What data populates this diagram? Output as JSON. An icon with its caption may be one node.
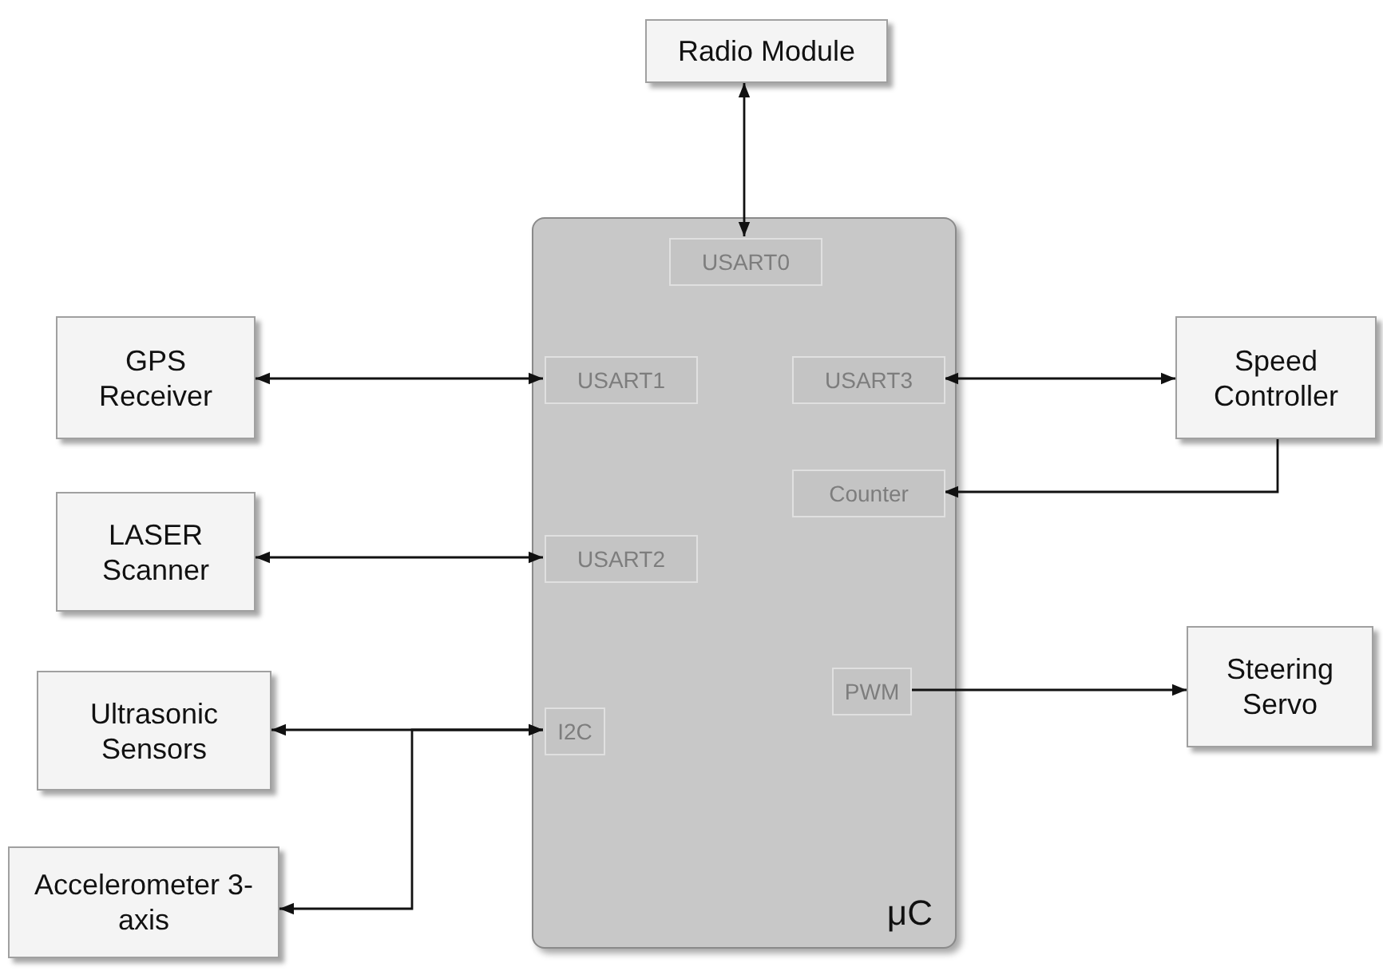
{
  "diagram": {
    "nodes": [
      {
        "text": [
          "Radio Module"
        ]
      },
      {
        "text": [
          "μC"
        ]
      },
      {
        "text": [
          "USART0"
        ],
        "in": 1
      },
      {
        "text": [
          "USART1"
        ],
        "in": 1
      },
      {
        "text": [
          "USART3"
        ],
        "in": 1
      },
      {
        "text": [
          "Counter"
        ],
        "in": 1
      },
      {
        "text": [
          "USART2"
        ],
        "in": 1
      },
      {
        "text": [
          "PWM"
        ],
        "in": 1
      },
      {
        "text": [
          "I2C"
        ],
        "in": 1
      },
      {
        "text": [
          "GPS Receiver"
        ]
      },
      {
        "text": [
          "Speed Controller"
        ]
      },
      {
        "text": [
          "LASER Scanner"
        ]
      },
      {
        "text": [
          "Steering Servo"
        ]
      },
      {
        "text": [
          "Ultrasonic Sensors"
        ]
      },
      {
        "text": [
          "Accelerometer 3-axis"
        ]
      }
    ],
    "edges": [
      {
        "from": 0,
        "to": 2,
        "arrow": "both"
      },
      {
        "from": 9,
        "to": 3,
        "arrow": "both"
      },
      {
        "from": 4,
        "to": 10,
        "arrow": "both"
      },
      {
        "from": 10,
        "to": 5,
        "arrow": "to"
      },
      {
        "from": 11,
        "to": 6,
        "arrow": "both"
      },
      {
        "from": 7,
        "to": 12,
        "arrow": "to"
      },
      {
        "from": 13,
        "to": 8,
        "arrow": "both"
      },
      {
        "from": 14,
        "to": 8,
        "arrow": "both"
      }
    ]
  }
}
